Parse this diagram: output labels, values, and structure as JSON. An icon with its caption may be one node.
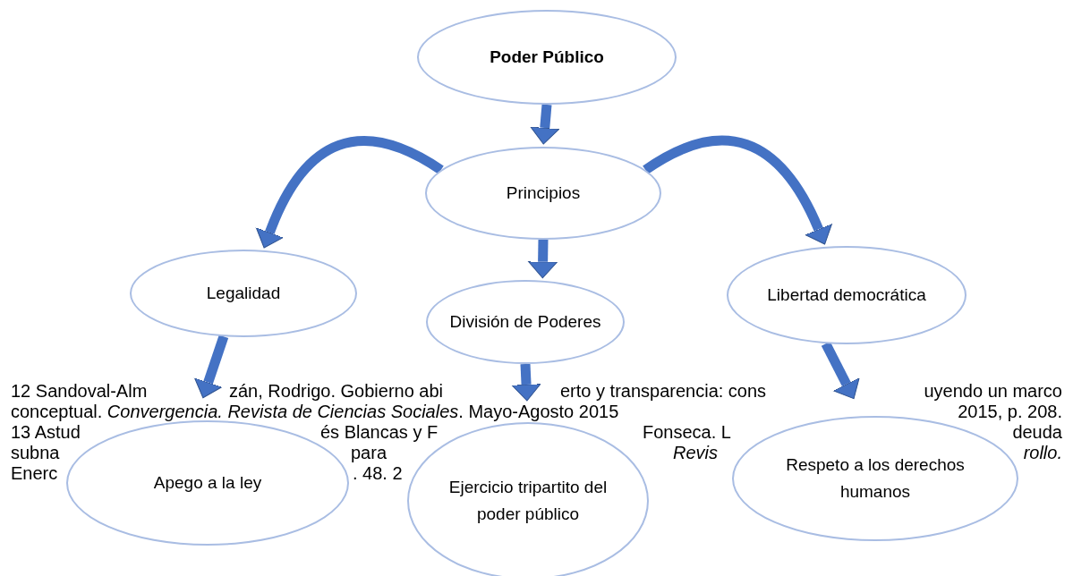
{
  "diagram": {
    "nodes": [
      {
        "text": [
          "Poder Público"
        ]
      },
      {
        "text": [
          "Principios"
        ]
      },
      {
        "text": [
          "Legalidad"
        ]
      },
      {
        "text": [
          "División de Poderes"
        ]
      },
      {
        "text": [
          "Libertad democrática"
        ]
      },
      {
        "text": [
          "Apego a la ley"
        ]
      },
      {
        "text": [
          "Ejercicio tripartito del poder público"
        ]
      },
      {
        "text": [
          "Respeto a los derechos humanos"
        ]
      }
    ],
    "edges": [
      {
        "from": 0,
        "to": 1,
        "arrow": "to"
      },
      {
        "from": 1,
        "to": 2,
        "arrow": "to"
      },
      {
        "from": 1,
        "to": 4,
        "arrow": "to"
      },
      {
        "from": 1,
        "to": 3,
        "arrow": "to"
      },
      {
        "from": 2,
        "to": 5,
        "arrow": "to"
      },
      {
        "from": 3,
        "to": 6,
        "arrow": "to"
      },
      {
        "from": 4,
        "to": 7,
        "arrow": "to"
      }
    ],
    "labels": [
      "12 Sandoval-Alm",
      "zán, Rodrigo. Gobierno abi",
      "erto y transparencia: cons",
      "uyendo un marco",
      "conceptual. *Convergencia. Revista de Ciencias Sociales*. Mayo-Agosto 2015",
      "2015, p. 208.",
      "13 Astud",
      "és Blancas y F",
      "Fonseca. L",
      "deuda",
      "subna",
      "para",
      "Revis",
      "rollo.",
      "Enerc",
      ". 48. 2"
    ]
  }
}
